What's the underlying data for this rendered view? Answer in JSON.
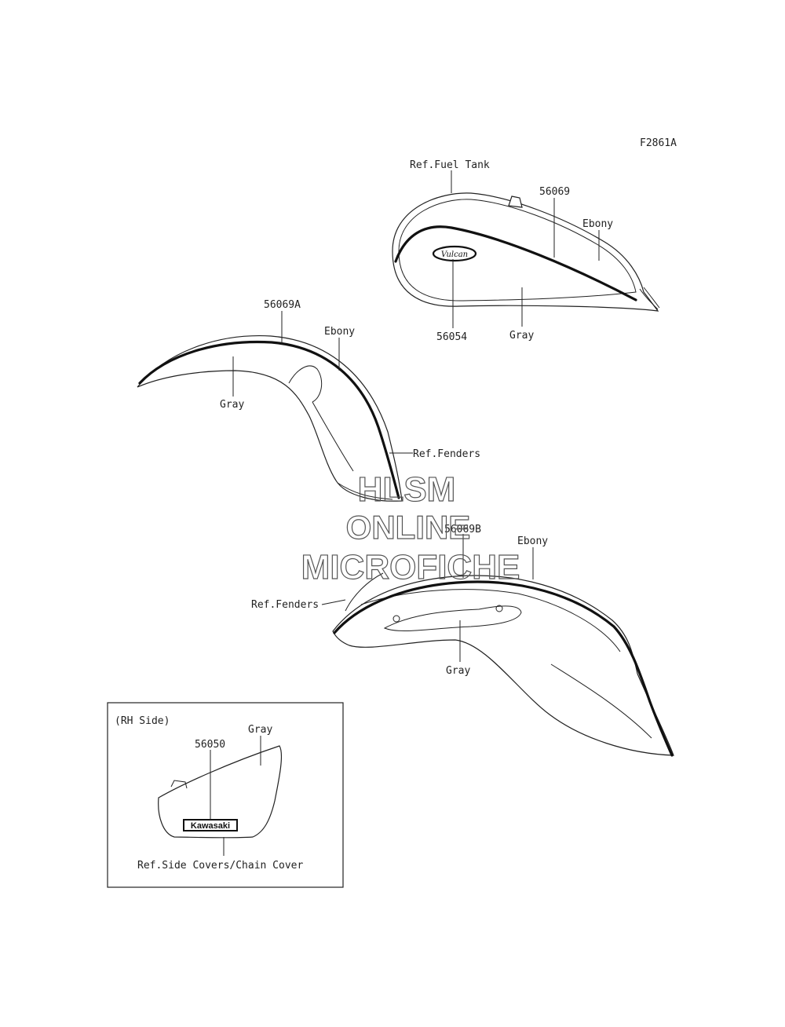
{
  "figure_code": "F2861A",
  "watermark": {
    "line1": "HLSM",
    "line2": "ONLINE",
    "line3": "MICROFICHE"
  },
  "fuel_tank": {
    "ref_label": "Ref.Fuel Tank",
    "stripe_part": "56069",
    "emblem_part": "56054",
    "emblem_text": "Vulcan",
    "color_ebony": "Ebony",
    "color_gray": "Gray"
  },
  "front_fender": {
    "stripe_part": "56069A",
    "color_ebony": "Ebony",
    "color_gray": "Gray",
    "ref_label": "Ref.Fenders"
  },
  "rear_fender": {
    "stripe_part": "56069B",
    "color_ebony": "Ebony",
    "color_gray": "Gray",
    "ref_label": "Ref.Fenders"
  },
  "side_cover_inset": {
    "title": "(RH Side)",
    "emblem_part": "56050",
    "emblem_text": "Kawasaki",
    "color_gray": "Gray",
    "ref_label": "Ref.Side Covers/Chain Cover"
  }
}
